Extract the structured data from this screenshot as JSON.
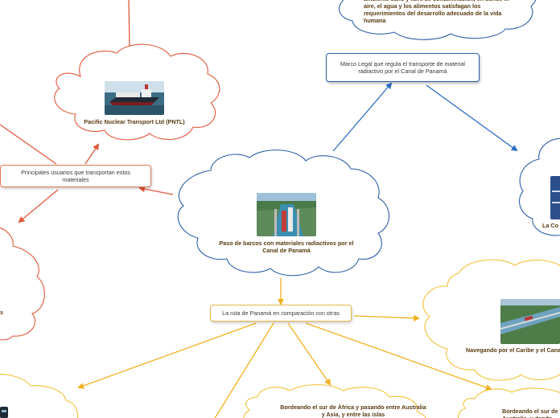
{
  "colors": {
    "blue": "#2f6fc4",
    "red": "#e2583a",
    "yellow": "#f2b01e",
    "cloud_blue": "#2f5fa7",
    "cloud_red": "#e2583a",
    "cloud_yellow": "#f2c036"
  },
  "nodes": {
    "top_fragment": "ambiente sano y libre de contaminación, en donde el aire, el agua y los alimentos satisfagan los requerimientos del desarrollo adecuado de la vida humana",
    "marco_legal": "Marco Legal que regula el transporte de material radiactivo por el Canal de Panamá",
    "pntl": "Pacific Nuclear Transport Ltd (PNTL)",
    "usuarios": "Principales usuarios que transportan estos materiales",
    "central": "Paso de barcos con materiales radiactivos por el Canal de Panamá",
    "ruta": "La ruta de Panamá en comparación con otras",
    "caribe": "Navegando por el Caribe y el Canal de Panamá",
    "africa": "Bordeando el sur de África y pasando entre Australia y Asia, y entre las islas",
    "australia": "Bordeando el sur de Australia, y dando",
    "right_fragment": "La Co",
    "left_fragment": "s"
  },
  "icons": {
    "ship": "cargo-ship-photo",
    "canal": "canal-locks-photo",
    "caribe": "canal-aerial-photo",
    "right_doc": "document-photo"
  }
}
